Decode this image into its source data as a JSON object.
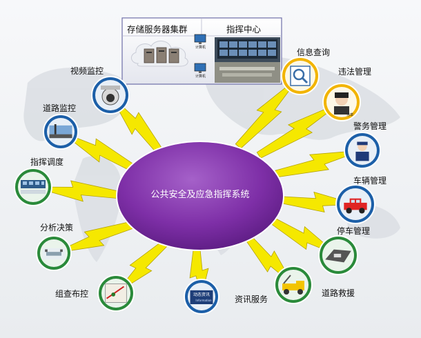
{
  "center": {
    "label": "公共安全及应急指挥系统"
  },
  "top_boxes": {
    "storage": {
      "title": "存储服务器集群",
      "pc_label_1": "计算机",
      "pc_label_2": "计算机"
    },
    "command": {
      "title": "指挥中心"
    }
  },
  "nodes": [
    {
      "id": "video",
      "label": "视频监控",
      "icon": "dome-camera-icon"
    },
    {
      "id": "road-monitor",
      "label": "道路监控",
      "icon": "traffic-camera-icon"
    },
    {
      "id": "dispatch",
      "label": "指挥调度",
      "icon": "control-room-icon"
    },
    {
      "id": "decision",
      "label": "分析决策",
      "icon": "meeting-room-icon"
    },
    {
      "id": "checkpoint",
      "label": "组查布控",
      "icon": "map-icon"
    },
    {
      "id": "info-service",
      "label": "资讯服务",
      "icon": "info-board-icon",
      "screen_text": "动态资讯",
      "screen_sub": "Information"
    },
    {
      "id": "rescue",
      "label": "道路救援",
      "icon": "tow-truck-icon"
    },
    {
      "id": "parking",
      "label": "停车管理",
      "icon": "parking-icon"
    },
    {
      "id": "vehicle",
      "label": "车辆管理",
      "icon": "car-icon"
    },
    {
      "id": "police",
      "label": "警务管理",
      "icon": "police-icon"
    },
    {
      "id": "violation",
      "label": "违法管理",
      "icon": "person-icon",
      "tag": "违章"
    },
    {
      "id": "info-query",
      "label": "信息查询",
      "icon": "magnifier-icon"
    }
  ],
  "colors": {
    "hub": "#7e2fa7",
    "lightning": "#f5e800",
    "lightning_stroke": "#b5a300",
    "node_ring": "#1c5fa8",
    "node_border": "#ffffff"
  }
}
